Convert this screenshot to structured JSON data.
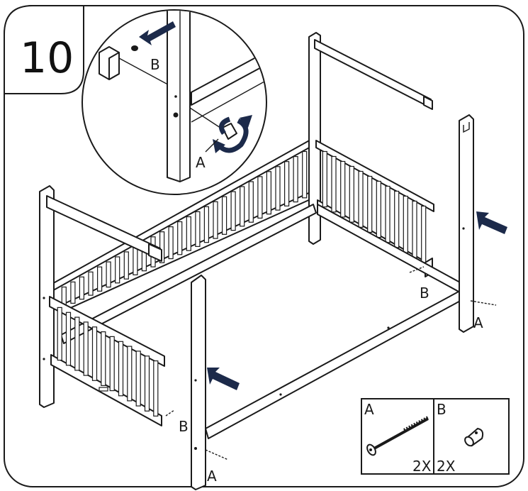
{
  "step_number": "10",
  "callout_labels": {
    "detail_b": "B",
    "detail_a": "A",
    "right_corner_b": "B",
    "right_foot_a": "A",
    "front_left_b": "B",
    "front_foot_a": "A"
  },
  "parts_legend": [
    {
      "label": "A",
      "quantity": "2X",
      "icon": "bolt-icon"
    },
    {
      "label": "B",
      "quantity": "2X",
      "icon": "barrel-nut-icon"
    }
  ],
  "colors": {
    "arrow": "#1c2a4a",
    "line": "#1a1a1a",
    "background": "#ffffff"
  }
}
